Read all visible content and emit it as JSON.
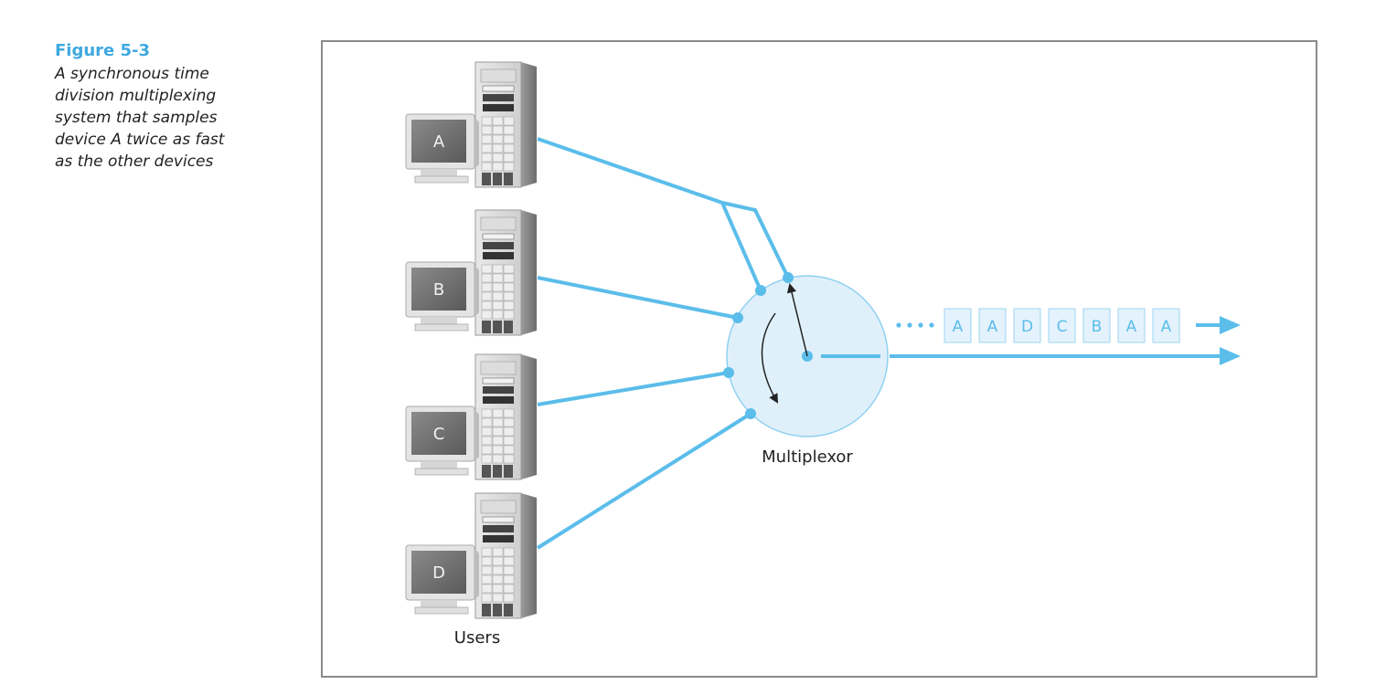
{
  "figure": {
    "label": "Figure 5-3",
    "caption_lines": [
      "A synchronous time",
      "division multiplexing",
      "system that samples",
      "device A twice as fast",
      "as the other devices"
    ]
  },
  "diagram": {
    "devices": [
      {
        "id": "A",
        "label": "A"
      },
      {
        "id": "B",
        "label": "B"
      },
      {
        "id": "C",
        "label": "C"
      },
      {
        "id": "D",
        "label": "D"
      }
    ],
    "users_label": "Users",
    "multiplexor_label": "Multiplexor",
    "frame_slots": [
      "A",
      "A",
      "D",
      "C",
      "B",
      "A",
      "A"
    ],
    "colors": {
      "line": "#5bbdea",
      "circle_fill": "#dff0fb",
      "slot_fill": "#e3f2fc",
      "caption_accent": "#3fa9e0"
    }
  }
}
